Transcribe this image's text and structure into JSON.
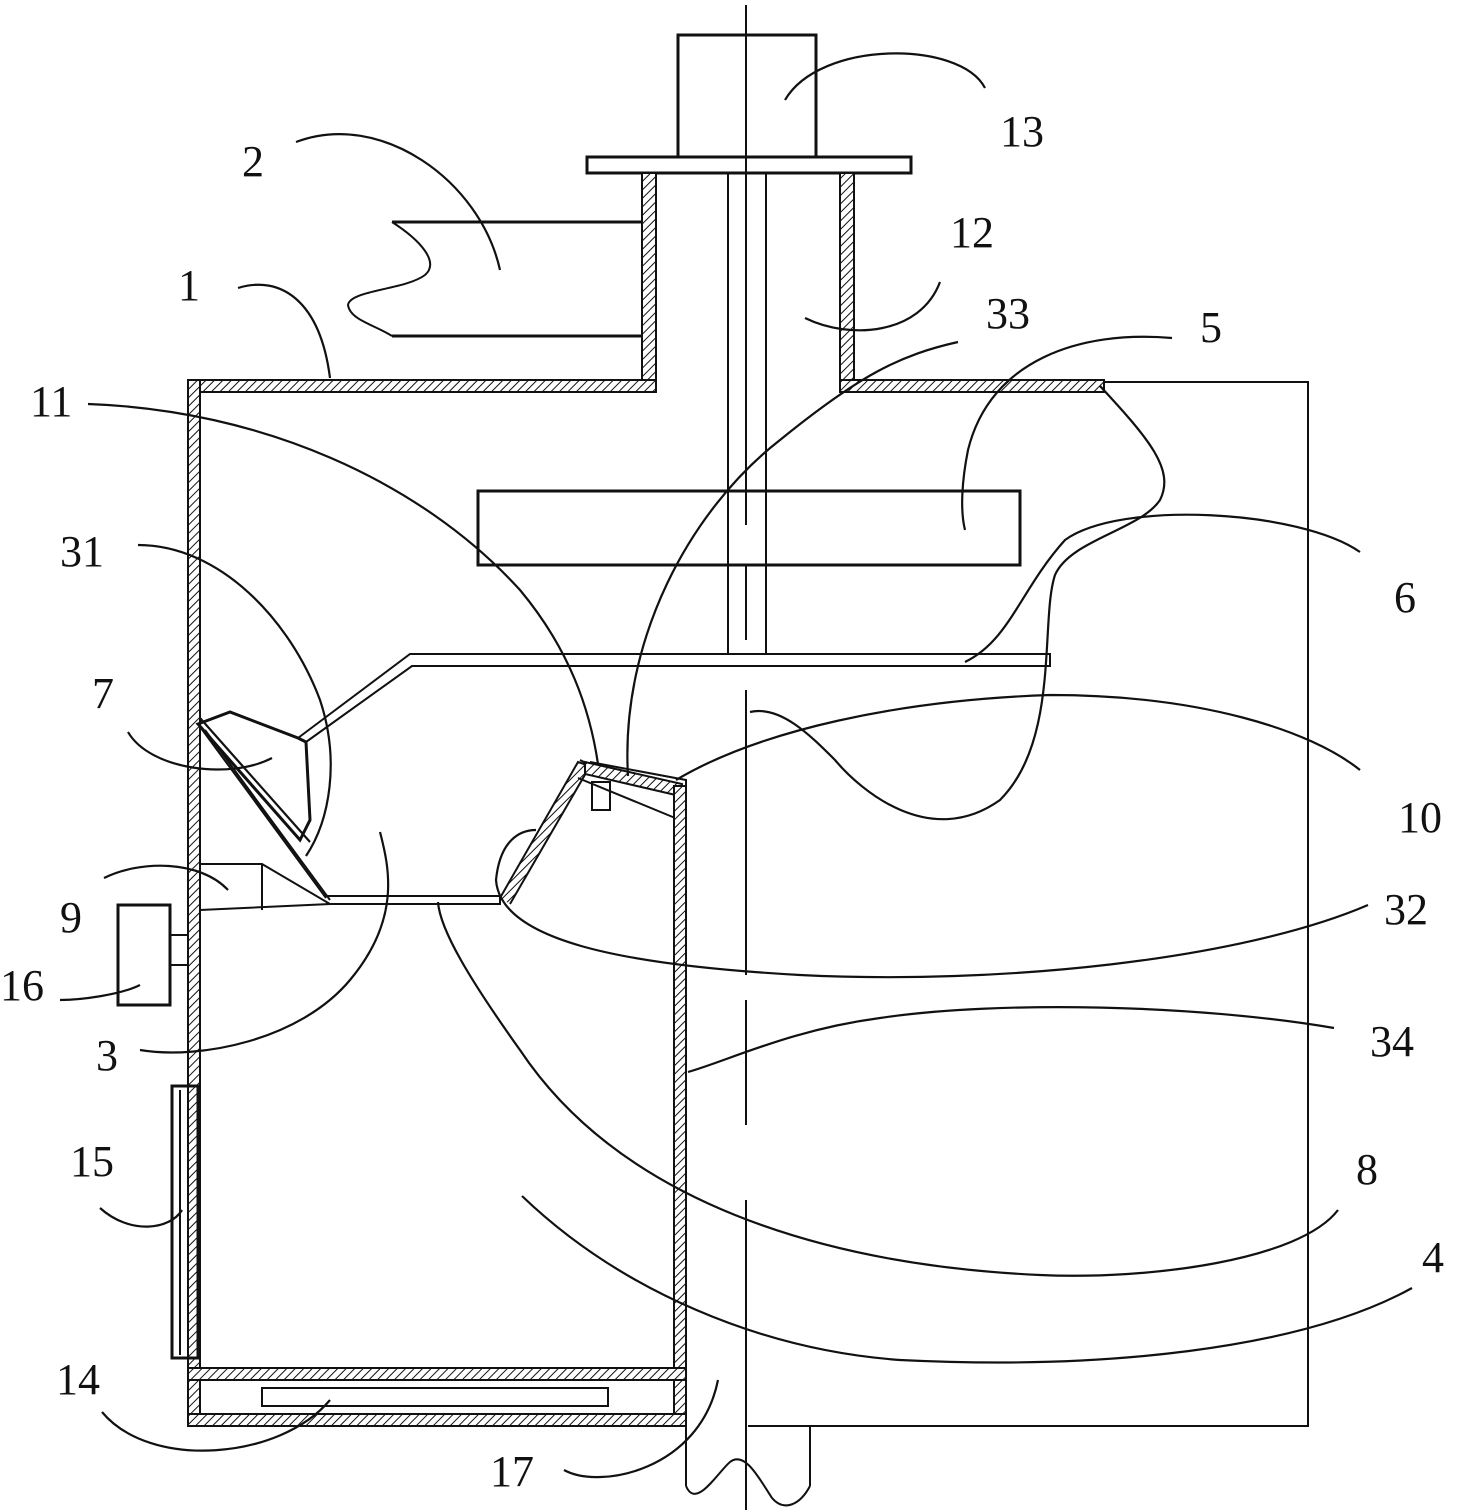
{
  "labels": {
    "l1": "1",
    "l2": "2",
    "l3": "3",
    "l4": "4",
    "l5": "5",
    "l6": "6",
    "l7": "7",
    "l8": "8",
    "l9": "9",
    "l10": "10",
    "l11": "11",
    "l12": "12",
    "l13": "13",
    "l14": "14",
    "l15": "15",
    "l16": "16",
    "l17": "17",
    "l31": "31",
    "l32": "32",
    "l33": "33",
    "l34": "34"
  }
}
